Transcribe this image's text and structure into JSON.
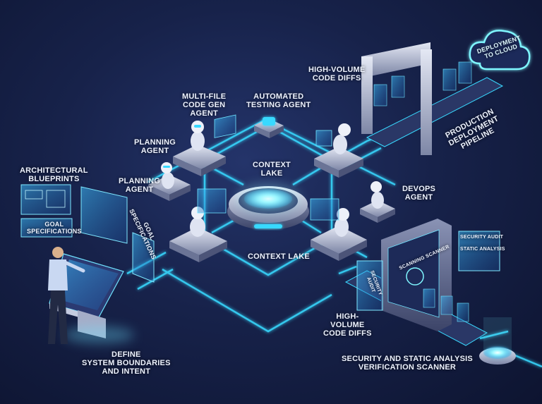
{
  "labels": {
    "architectural_blueprints": [
      "ARCHITECTURAL",
      "BLUEPRINTS"
    ],
    "goal_specifications_panel": [
      "GOAL",
      "SPECIFICATIONS"
    ],
    "goal_specifications_side": [
      "GOAL",
      "SPECIFICATIONS"
    ],
    "planning_agent_top": [
      "PLANNING",
      "AGENT"
    ],
    "planning_agent_left": [
      "PLANNING",
      "AGENT"
    ],
    "multi_file_codegen_agent": [
      "MULTI-FILE",
      "CODE GEN",
      "AGENT"
    ],
    "automated_testing_agent": [
      "AUTOMATED",
      "TESTING AGENT"
    ],
    "context_lake_hub": [
      "CONTEXT",
      "LAKE"
    ],
    "context_lake_below": [
      "CONTEXT LAKE"
    ],
    "devops_agent": [
      "DEVOPS",
      "AGENT"
    ],
    "high_volume_code_diffs_top": [
      "HIGH-VOLUME",
      "CODE DIFFS"
    ],
    "high_volume_code_diffs_bottom": [
      "HIGH-",
      "VOLUME",
      "CODE DIFFS"
    ],
    "production_deployment_pipeline": [
      "PRODUCTION",
      "DEPLOYMENT",
      "PIPELINE"
    ],
    "deployment_to_cloud": [
      "DEPLOYMENT",
      "TO CLOUD"
    ],
    "define_system_boundaries": [
      "DEFINE",
      "SYSTEM BOUNDARIES",
      "AND INTENT"
    ],
    "security_scanner": [
      "SECURITY AND STATIC ANALYSIS",
      "VERIFICATION SCANNER"
    ],
    "scanning_scanner": [
      "SCANNING SCANNER"
    ],
    "security_audit_1": [
      "SECURITY AUDIT"
    ],
    "static_analysis": [
      "STATIC ANALYSIS"
    ],
    "security_audit_2": [
      "SECURITY",
      "AUDIT"
    ]
  },
  "colors": {
    "background": "#17224a",
    "circuit": "#38d9ff",
    "glow": "#7ff6ff",
    "platform": "#c4cbe0",
    "hologram": "#4fc3ff"
  }
}
